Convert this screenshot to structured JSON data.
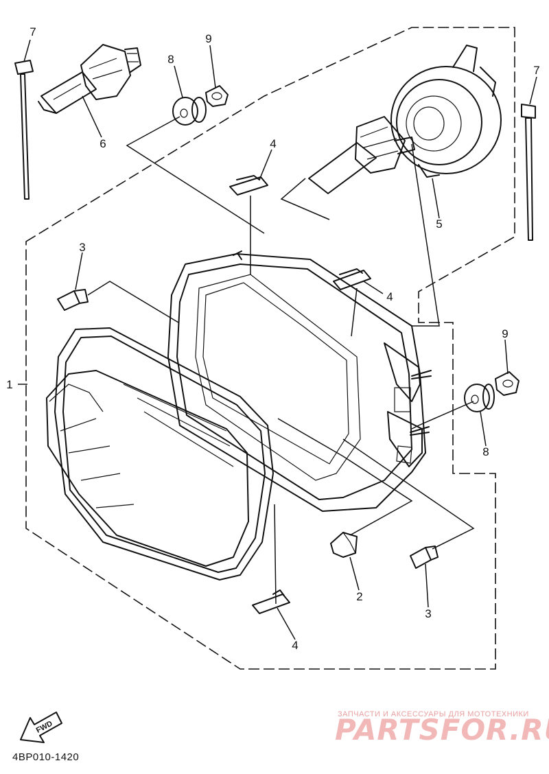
{
  "callouts": {
    "c1": "1",
    "c2": "2",
    "c3a": "3",
    "c3b": "3",
    "c4a": "4",
    "c4b": "4",
    "c4c": "4",
    "c5": "5",
    "c6": "6",
    "c7a": "7",
    "c7b": "7",
    "c8a": "8",
    "c8b": "8",
    "c9a": "9",
    "c9b": "9"
  },
  "fwd_label": "FWD",
  "diagram_code": "4BP010-1420",
  "watermark": {
    "tagline": "ЗАПЧАСТИ И АКСЕССУАРЫ ДЛЯ МОТОТЕХНИКИ",
    "logo": "PARTSFOR.RU"
  }
}
